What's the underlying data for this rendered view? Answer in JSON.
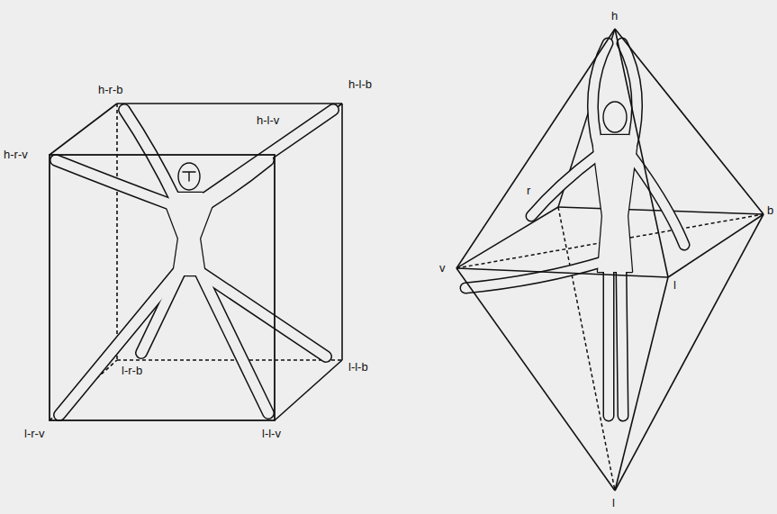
{
  "diagram": {
    "labels": [
      "h-r-b",
      "h-l-b",
      "h-r-v",
      "h-l-v",
      "l-r-b",
      "l-l-b",
      "l-r-v",
      "l-l-v",
      "h",
      "r",
      "v",
      "l",
      "b",
      "l"
    ]
  }
}
